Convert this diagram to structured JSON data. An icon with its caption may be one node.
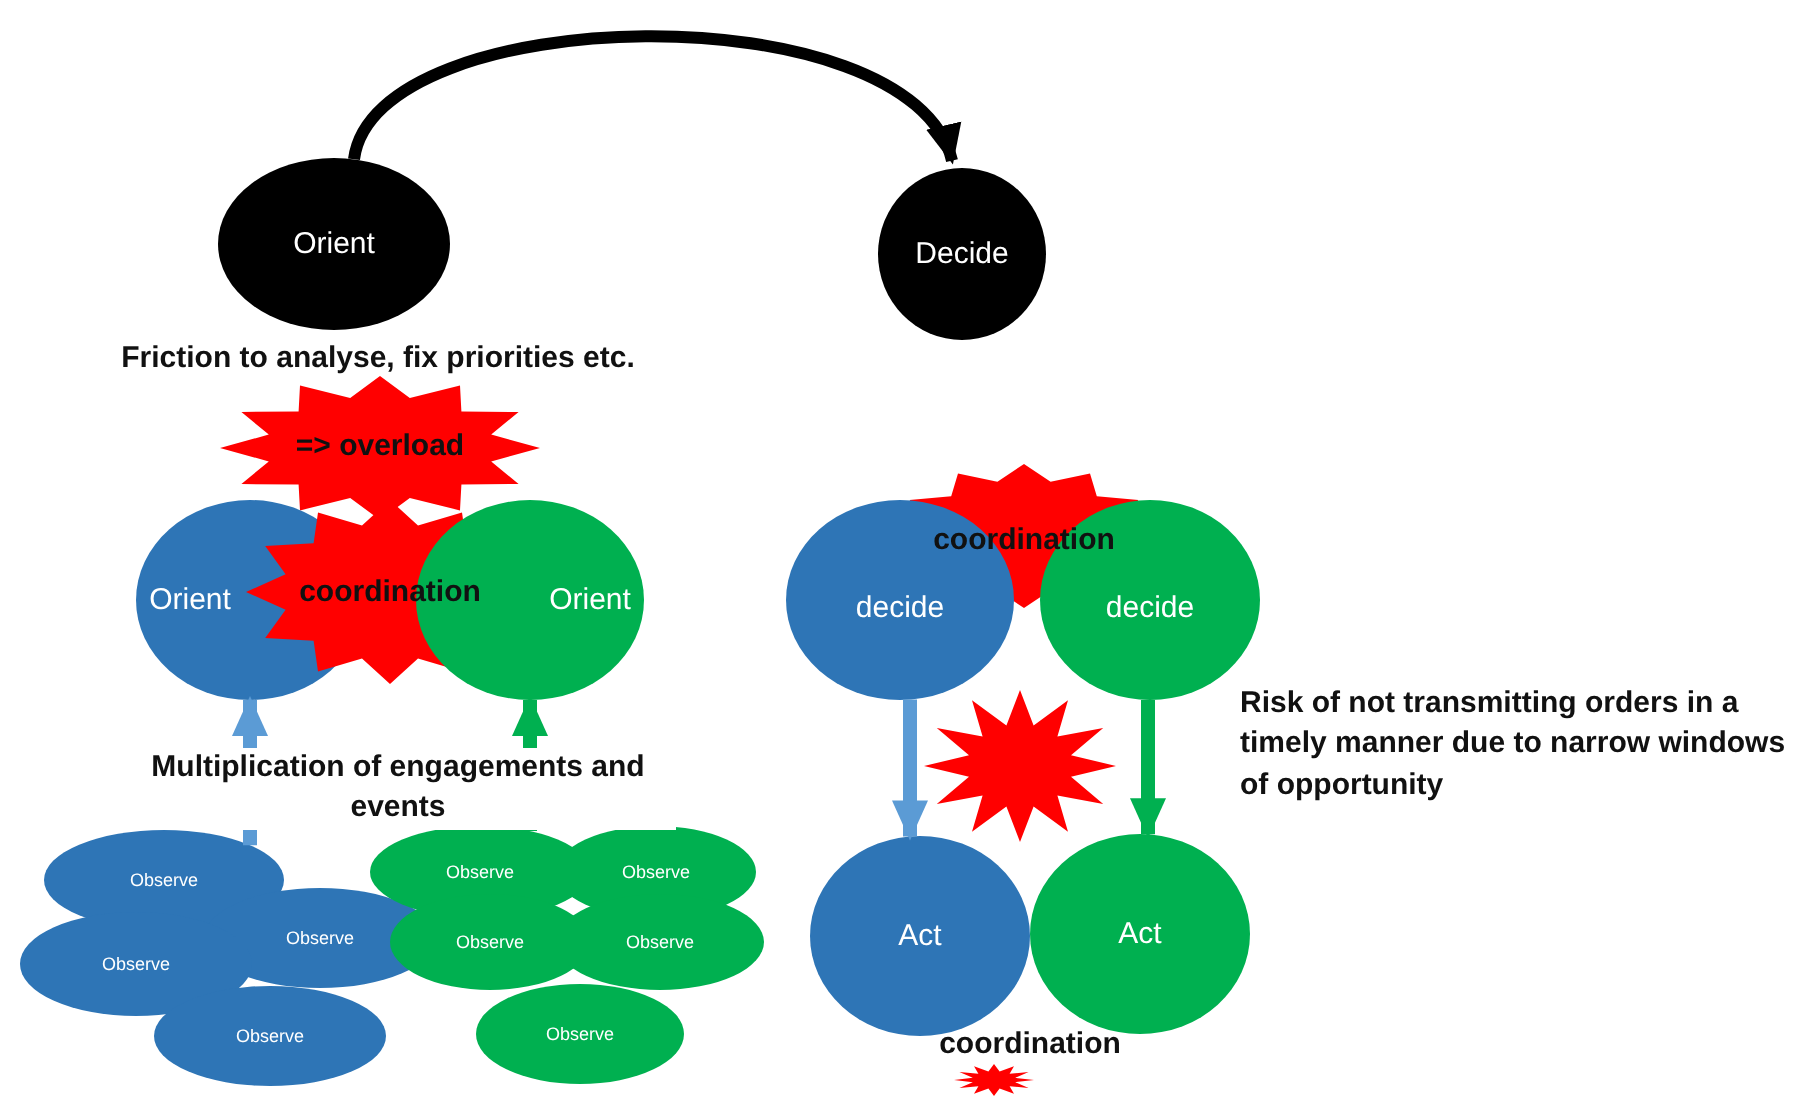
{
  "diagram": {
    "nodes": [
      {
        "text": [
          "Orient"
        ]
      },
      {
        "text": [
          "Decide"
        ]
      },
      {
        "text": [
          "Friction to analyse, fix priorities etc.",
          "=> overload"
        ]
      },
      {
        "text": [
          "Orient"
        ]
      },
      {
        "text": [
          "coordination"
        ]
      },
      {
        "text": [
          "Orient"
        ]
      },
      {
        "text": [
          "coordination"
        ]
      },
      {
        "text": [
          "decide"
        ]
      },
      {
        "text": [
          "decide"
        ]
      },
      {
        "text": [],
        "shape": "star"
      },
      {
        "text": [
          "Act"
        ]
      },
      {
        "text": [
          "Act"
        ]
      },
      {
        "text": [
          "Observe"
        ]
      },
      {
        "text": [
          "Observe"
        ]
      },
      {
        "text": [
          "Observe"
        ]
      },
      {
        "text": [
          "Observe"
        ]
      },
      {
        "text": [
          "Observe"
        ]
      },
      {
        "text": [
          "Observe"
        ]
      },
      {
        "text": [
          "Observe"
        ]
      },
      {
        "text": [
          "Observe"
        ]
      },
      {
        "text": [
          "Observe"
        ]
      },
      {
        "text": [
          "coordination"
        ]
      }
    ],
    "edges": [
      {
        "from": 0,
        "to": 1,
        "arrow": "to",
        "color": "#000000"
      },
      {
        "from": 12,
        "to": 3,
        "arrow": "to",
        "color": "#5b9bd5"
      },
      {
        "from": 16,
        "to": 5,
        "arrow": "to",
        "color": "#00b050"
      },
      {
        "from": 7,
        "to": 10,
        "arrow": "to",
        "color": "#5b9bd5"
      },
      {
        "from": 8,
        "to": 11,
        "arrow": "to",
        "color": "#00b050"
      }
    ],
    "labels": [
      "Multiplication of engagements and events",
      "Risk of not transmitting orders in a timely manner due to narrow windows of opportunity"
    ]
  }
}
